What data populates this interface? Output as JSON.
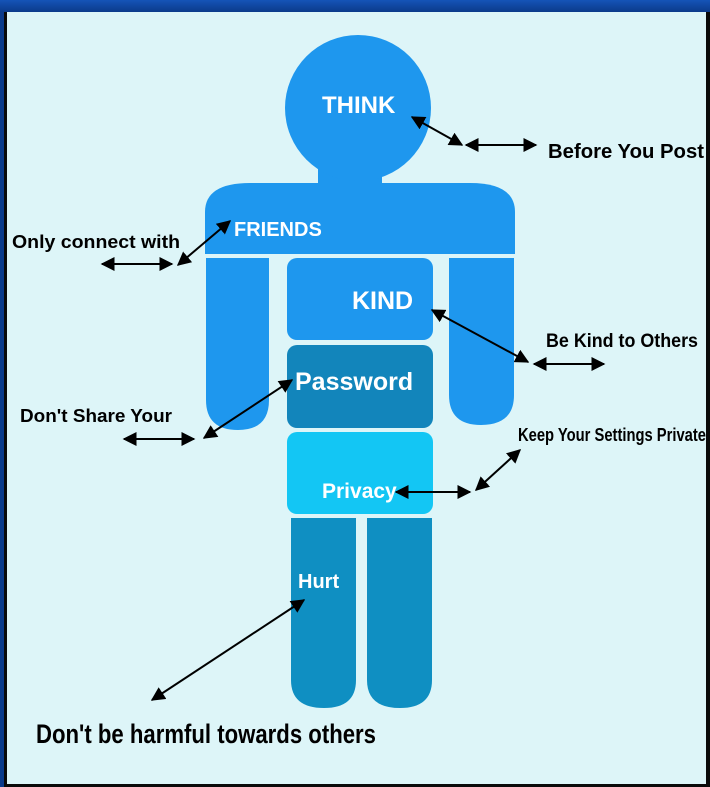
{
  "colors": {
    "body": "#1e97ee",
    "kind_block": "#1e97ee",
    "password_block": "#1285bb",
    "privacy_block": "#13c6f4",
    "legs": "#0f8fc2",
    "background": "#ddf5f8"
  },
  "figure": {
    "head_label": "THINK",
    "shoulders_label": "FRIENDS",
    "kind_label": "KIND",
    "password_label": "Password",
    "privacy_label": "Privacy",
    "leg_label": "Hurt"
  },
  "annotations": {
    "think": "Before You Post",
    "friends": "Only connect with",
    "kind": "Be Kind to Others",
    "password": "Don't Share Your",
    "privacy": "Keep Your Settings Private",
    "hurt": "Don't be harmful towards others"
  }
}
